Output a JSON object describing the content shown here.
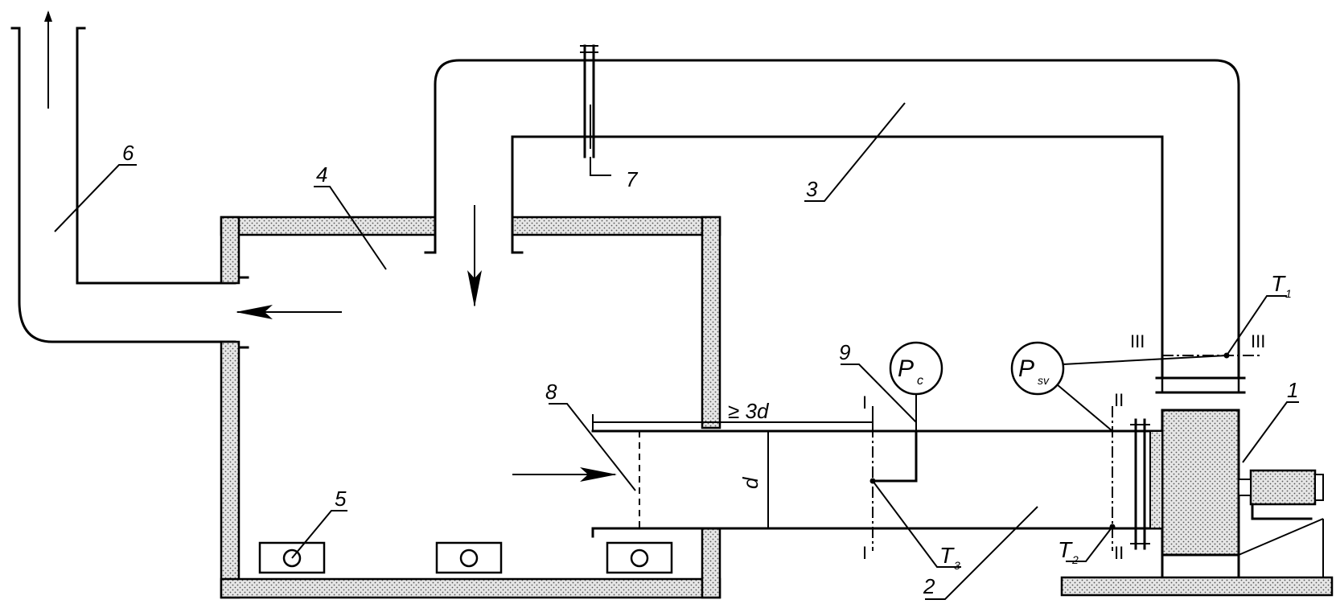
{
  "labels": {
    "fan": "1",
    "test_duct": "2",
    "return_duct": "3",
    "chamber": "4",
    "heater": "5",
    "exhaust": "6",
    "damper": "7",
    "grid": "8",
    "pressure_tap": "9"
  },
  "instruments": {
    "static_pressure": {
      "main": "P",
      "sub": "c"
    },
    "fan_pressure": {
      "main": "P",
      "sub": "sv"
    }
  },
  "temperatures": {
    "t1": {
      "main": "T",
      "sub": "1"
    },
    "t2": {
      "main": "T",
      "sub": "2"
    },
    "t3": {
      "main": "T",
      "sub": "3"
    }
  },
  "sections": {
    "s1": "I",
    "s2": "II",
    "s3": "III"
  },
  "dimensions": {
    "distance": "≥ 3d",
    "diameter": "d"
  },
  "colors": {
    "line": "#000000",
    "hatch": "#d9d9d9",
    "background": "#ffffff"
  }
}
